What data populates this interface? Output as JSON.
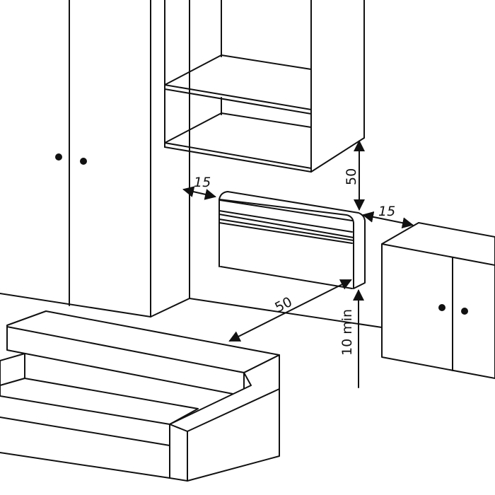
{
  "title": "Heater installation clearance diagram",
  "dimensions": {
    "above": "50",
    "left_side": "15",
    "right_side": "15",
    "front": "50",
    "floor": "10 min"
  },
  "colors": {
    "line": "#111111",
    "background": "#ffffff"
  }
}
